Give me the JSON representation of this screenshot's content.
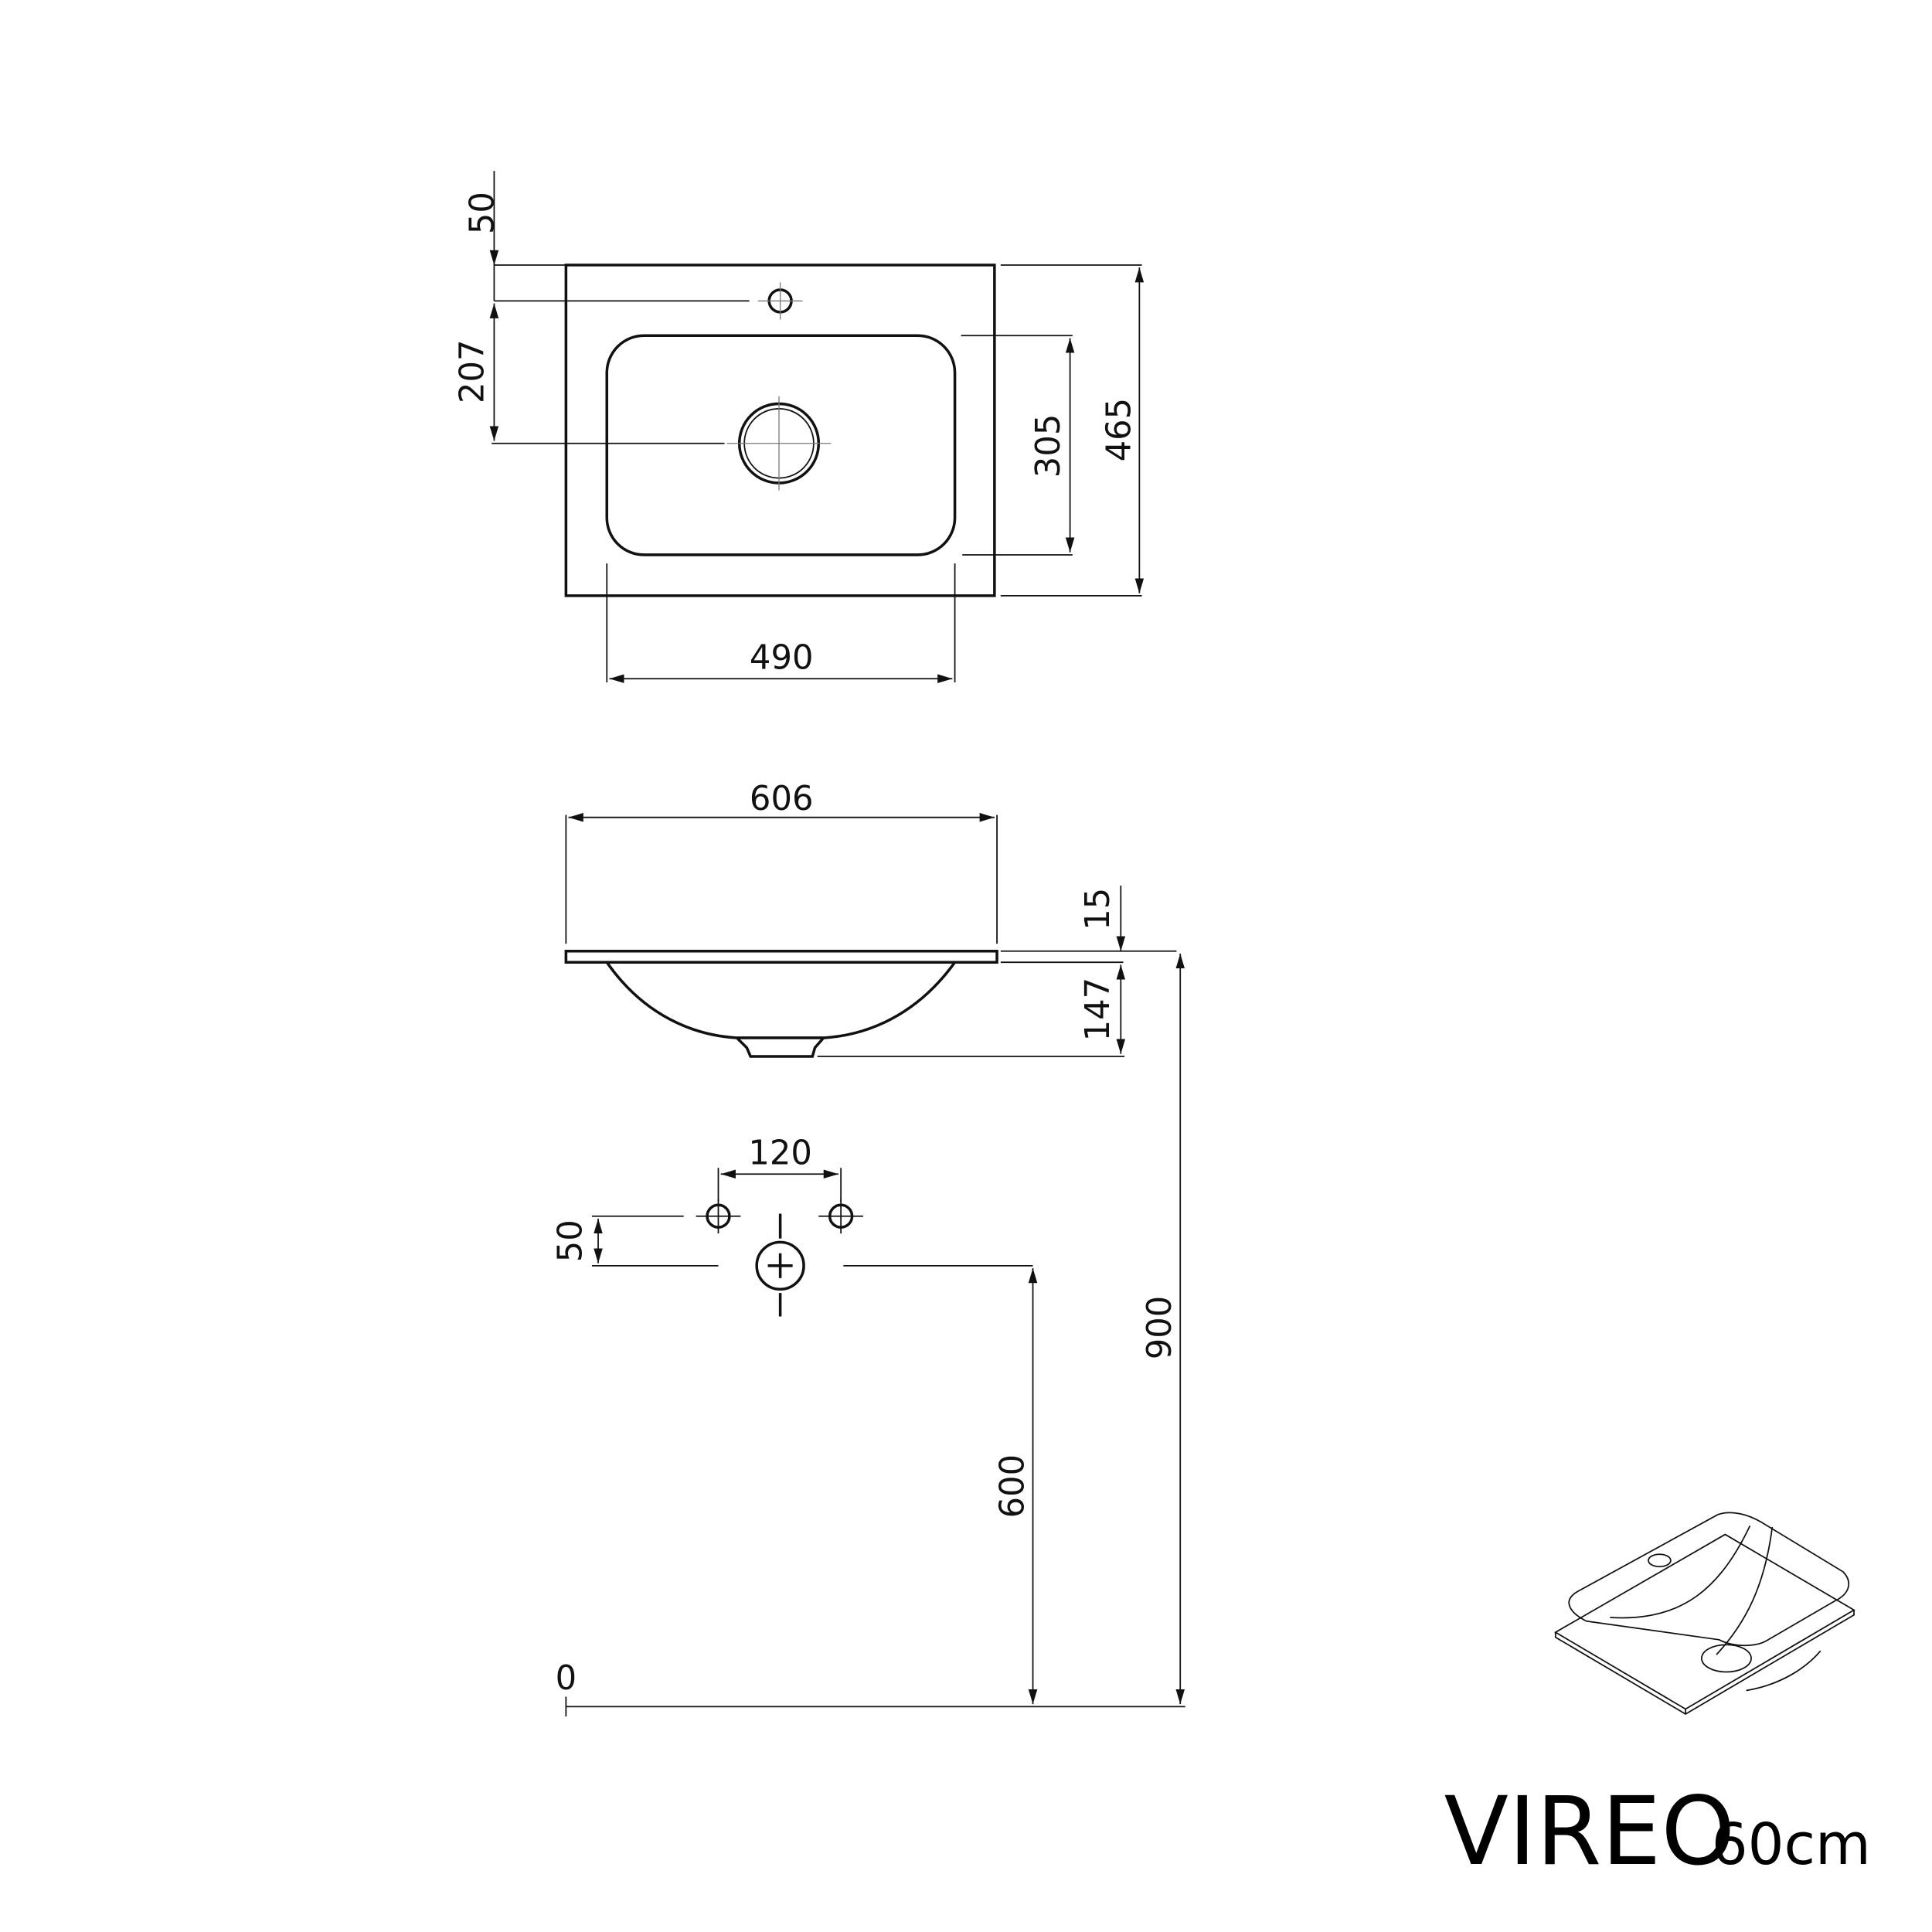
{
  "product": {
    "name": "VIREO",
    "size": "60cm"
  },
  "top_view": {
    "tap_offset": "50",
    "drain_offset": "207",
    "basin_depth": "305",
    "overall_depth": "465",
    "basin_width": "490"
  },
  "side_view": {
    "overall_width": "606",
    "slab_thickness": "15",
    "bowl_height": "147",
    "mount_height": "900"
  },
  "wall_view": {
    "pipe_spacing": "120",
    "pipe_offset": "50",
    "drain_height": "600",
    "floor_level": "0"
  },
  "colors": {
    "line": "#111111",
    "background": "#ffffff"
  }
}
